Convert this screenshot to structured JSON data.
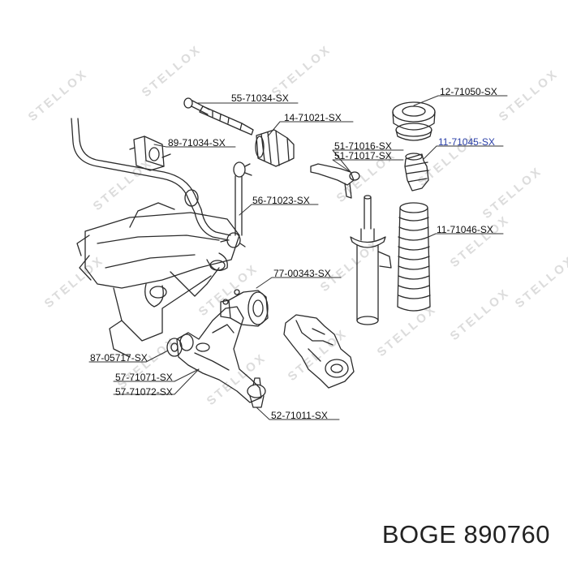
{
  "labels": {
    "l_55_71034": "55-71034-SX",
    "l_14_71021": "14-71021-SX",
    "l_89_71034": "89-71034-SX",
    "l_51_71016": "51-71016-SX",
    "l_51_71017": "51-71017-SX",
    "l_12_71050": "12-71050-SX",
    "l_11_71045": "11-71045-SX",
    "l_56_71023": "56-71023-SX",
    "l_11_71046": "11-71046-SX",
    "l_77_00343": "77-00343-SX",
    "l_87_05717": "87-05717-SX",
    "l_57_71071": "57-71071-SX",
    "l_57_71072": "57-71072-SX",
    "l_52_71011": "52-71011-SX"
  },
  "watermark": "STELLOX",
  "footer": {
    "brand": "BOGE",
    "part_number": "890760"
  },
  "colors": {
    "highlight": "#2a3fa8",
    "line": "#333333",
    "watermark": "#dddddd"
  }
}
